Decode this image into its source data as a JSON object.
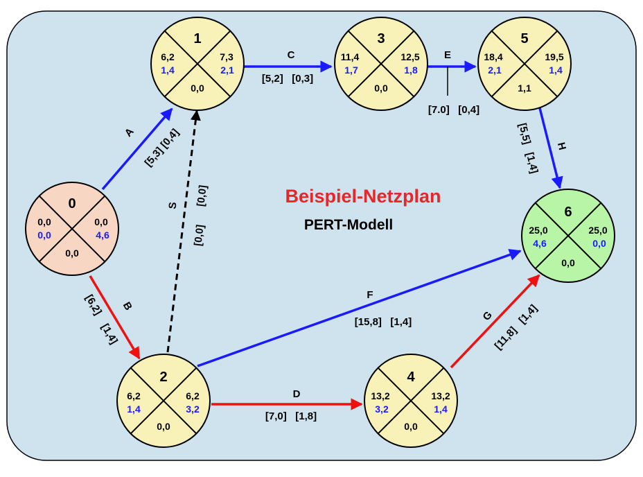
{
  "diagram": {
    "title": "Beispiel-Netzplan",
    "subtitle": "PERT-Modell",
    "colors": {
      "background": "#cfe3ee",
      "border": "#000000",
      "title": "#e8262a",
      "blue_value": "#1a1aff",
      "start_node": "#f7d7c4",
      "normal_node": "#f8f1b8",
      "end_node": "#b9f5a6",
      "edge_blue": "#1a1aff",
      "edge_red": "#ef1010",
      "edge_dashed": "#000000"
    },
    "nodes": [
      {
        "id": "0",
        "top_left": "0,0",
        "bottom_left": "0,0",
        "top_right": "0,0",
        "bottom_right": "4,6",
        "bottom": "0,0",
        "type": "start"
      },
      {
        "id": "1",
        "top_left": "6,2",
        "bottom_left": "1,4",
        "top_right": "7,3",
        "bottom_right": "2,1",
        "bottom": "0,0",
        "type": "normal"
      },
      {
        "id": "2",
        "top_left": "6,2",
        "bottom_left": "1,4",
        "top_right": "6,2",
        "bottom_right": "3,2",
        "bottom": "0,0",
        "type": "normal"
      },
      {
        "id": "3",
        "top_left": "11,4",
        "bottom_left": "1,7",
        "top_right": "12,5",
        "bottom_right": "1,8",
        "bottom": "0,0",
        "type": "normal"
      },
      {
        "id": "4",
        "top_left": "13,2",
        "bottom_left": "3,2",
        "top_right": "13,2",
        "bottom_right": "1,4",
        "bottom": "0,0",
        "type": "normal"
      },
      {
        "id": "5",
        "top_left": "18,4",
        "bottom_left": "2,1",
        "top_right": "19,5",
        "bottom_right": "1,4",
        "bottom": "1,1",
        "type": "normal"
      },
      {
        "id": "6",
        "top_left": "25,0",
        "bottom_left": "4,6",
        "top_right": "25,0",
        "bottom_right": "0,0",
        "bottom": "0,0",
        "type": "end"
      }
    ],
    "edges": [
      {
        "name": "A",
        "label": "A",
        "params": "[5,3] [0,4]",
        "from": "0",
        "to": "1",
        "color": "blue"
      },
      {
        "name": "B",
        "label": "B",
        "params1": "[6,2]",
        "params2": "[1,4]",
        "from": "0",
        "to": "2",
        "color": "red"
      },
      {
        "name": "C",
        "label": "C",
        "params": "[5,2]   [0,3]",
        "from": "1",
        "to": "3",
        "color": "blue"
      },
      {
        "name": "D",
        "label": "D",
        "params": "[7,0]   [1,8]",
        "from": "2",
        "to": "4",
        "color": "red"
      },
      {
        "name": "E",
        "label": "E",
        "params": "[7.0]   [0,4]",
        "from": "3",
        "to": "5",
        "color": "blue"
      },
      {
        "name": "F",
        "label": "F",
        "params": "[15,8]   [1,4]",
        "from": "2",
        "to": "6",
        "color": "blue"
      },
      {
        "name": "G",
        "label": "G",
        "params": "[11,8]   [1,4]",
        "from": "4",
        "to": "6",
        "color": "red"
      },
      {
        "name": "H",
        "label": "H",
        "params": "[5,5]   [1,4]",
        "from": "5",
        "to": "6",
        "color": "blue"
      },
      {
        "name": "S",
        "label": "S",
        "params1": "[0,0]",
        "params2": "[0,0]",
        "from": "2",
        "to": "1",
        "color": "dashed"
      }
    ]
  }
}
